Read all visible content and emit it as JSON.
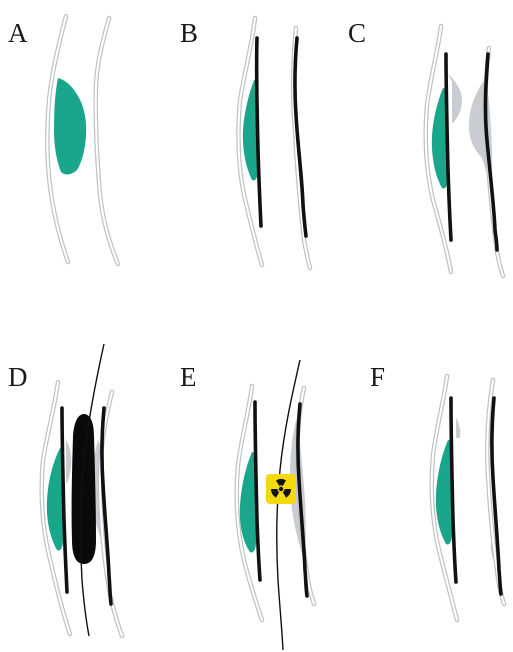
{
  "panels": [
    {
      "label": "A"
    },
    {
      "label": "B"
    },
    {
      "label": "C"
    },
    {
      "label": "D"
    },
    {
      "label": "E"
    },
    {
      "label": "F"
    }
  ],
  "colors": {
    "plaque": "#1aa68b",
    "vessel_wall": "#bfc3c8",
    "thrombus": "#c9ccd1",
    "stent": "#111111",
    "balloon": "#0a0a0a",
    "radiation_marker": "#f5d90f"
  },
  "icons": {
    "radiation": "radiation-trefoil-icon"
  }
}
